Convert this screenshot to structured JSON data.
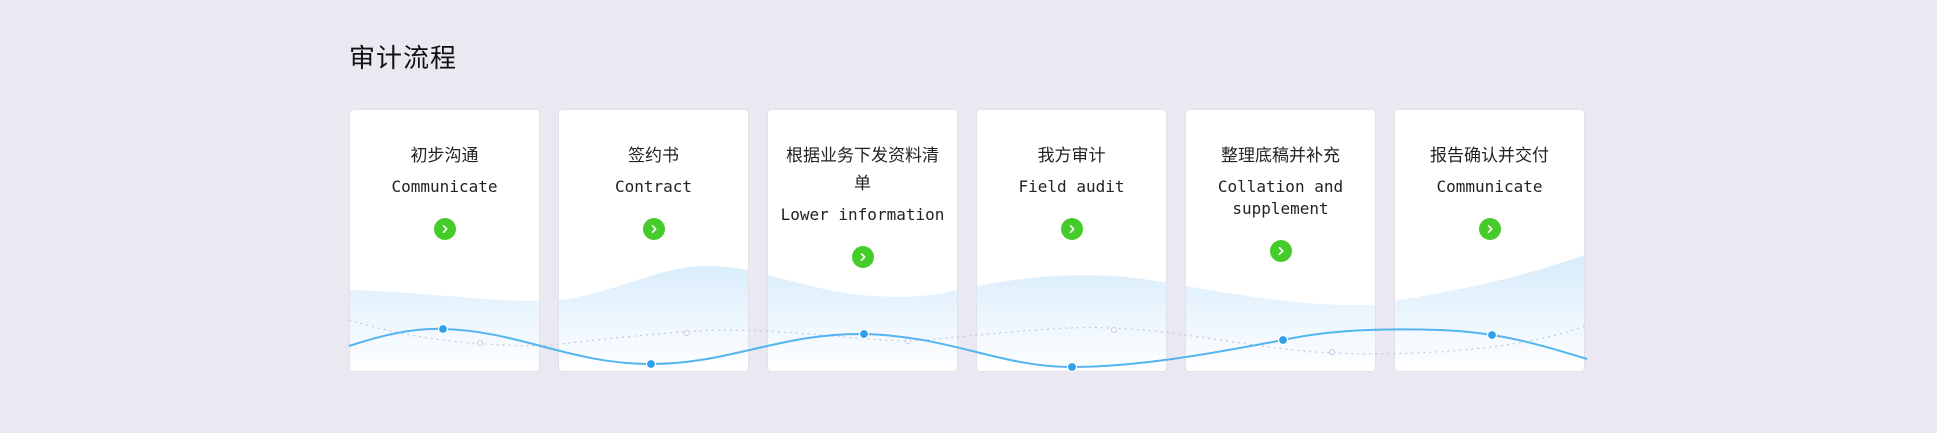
{
  "page": {
    "title": "审计流程"
  },
  "steps": [
    {
      "title_zh": "初步沟通",
      "title_en": "Communicate"
    },
    {
      "title_zh": "签约书",
      "title_en": "Contract"
    },
    {
      "title_zh": "根据业务下发资料清单",
      "title_en": "Lower information"
    },
    {
      "title_zh": "我方审计",
      "title_en": "Field audit"
    },
    {
      "title_zh": "整理底稿并补充",
      "title_en": "Collation and supplement"
    },
    {
      "title_zh": "报告确认并交付",
      "title_en": "Communicate"
    }
  ],
  "icons": {
    "step_arrow": "chevron-right-icon"
  },
  "colors": {
    "background": "#eae9f2",
    "card": "#ffffff",
    "accent_green": "#46cc2a",
    "wave_blue": "#53b4f0",
    "dot_blue": "#2e9fe9",
    "dotted_line": "#c5cbe0"
  }
}
